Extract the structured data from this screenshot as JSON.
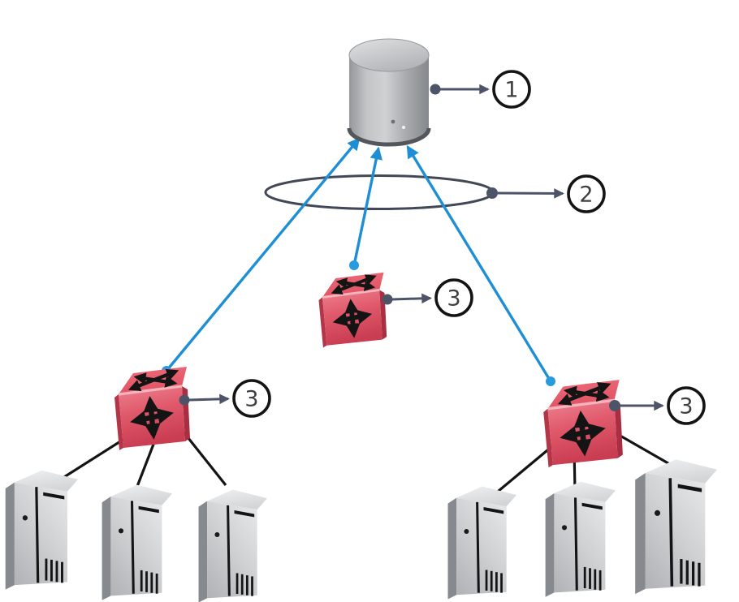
{
  "figure": {
    "kind": "network-topology-diagram",
    "background": "#ffffff",
    "description": "Core cylinder node linked by blue arrows through a ring to three routing switches; two edge switches each connect to three tower servers."
  },
  "callouts": [
    {
      "id": "callout-core",
      "number": "1",
      "target": "core-cylinder"
    },
    {
      "id": "callout-ring",
      "number": "2",
      "target": "ring-ellipse"
    },
    {
      "id": "callout-switch-middle",
      "number": "3",
      "target": "routing-switch-middle"
    },
    {
      "id": "callout-switch-left",
      "number": "3",
      "target": "routing-switch-left"
    },
    {
      "id": "callout-switch-right",
      "number": "3",
      "target": "routing-switch-right"
    }
  ],
  "nodes": {
    "core_cylinder": {
      "label": "",
      "shape": "cylinder"
    },
    "ring": {
      "label": "",
      "shape": "ellipse"
    },
    "switches": [
      {
        "id": "routing-switch-left"
      },
      {
        "id": "routing-switch-middle"
      },
      {
        "id": "routing-switch-right"
      }
    ],
    "servers_left": [
      {
        "id": "server-1"
      },
      {
        "id": "server-2"
      },
      {
        "id": "server-3"
      }
    ],
    "servers_right": [
      {
        "id": "server-4"
      },
      {
        "id": "server-5"
      },
      {
        "id": "server-6"
      }
    ]
  },
  "links": {
    "blue_uplinks": 3,
    "black_server_links": 6
  },
  "palette": {
    "uplink_blue": "#1e8fd5",
    "callout_slate": "#4d5468",
    "circle_stroke": "#141414",
    "circle_fill": "#ffffff",
    "number_color": "#3d3f42",
    "server_link_black": "#141414",
    "switch_red": "#e05a6c",
    "server_gray": "#cfd1d3",
    "cylinder_gray": "#b4b6b9"
  }
}
